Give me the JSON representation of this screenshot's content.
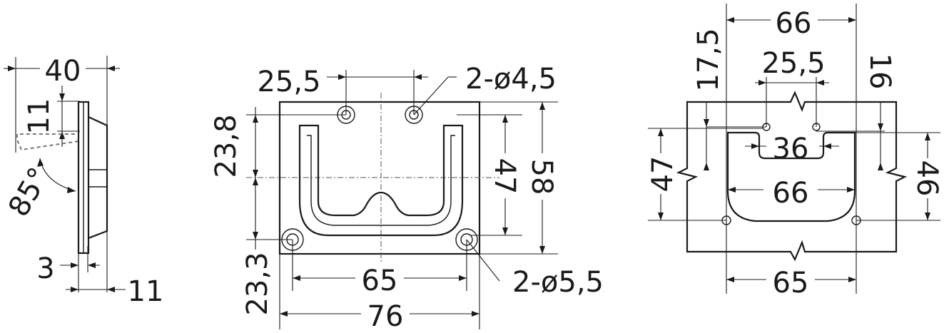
{
  "side_view": {
    "width_40": "40",
    "lift_11": "11",
    "angle": "85°",
    "thickness_3": "3",
    "depth_11": "11"
  },
  "front_view": {
    "hole_spacing_top": "25,5",
    "top_holes": "2-ø4,5",
    "height_23_8": "23,8",
    "height_23_3": "23,3",
    "handle_47": "47",
    "height_58": "58",
    "hole_spacing_bottom": "65",
    "bottom_holes": "2-ø5,5",
    "width_76": "76"
  },
  "cutout_view": {
    "width_66_top": "66",
    "offset_17_5": "17,5",
    "hole_spacing": "25,5",
    "offset_16": "16",
    "inner_36": "36",
    "height_47": "47",
    "inner_66": "66",
    "height_46": "46",
    "hole_spacing_bottom": "65"
  }
}
